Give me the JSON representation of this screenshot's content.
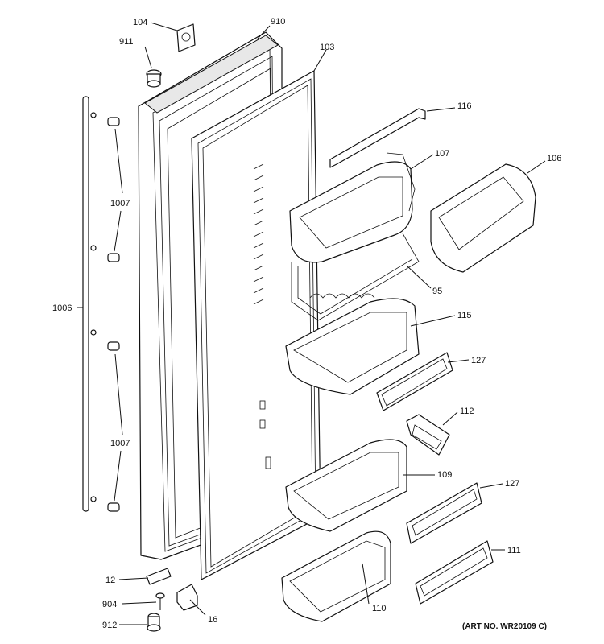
{
  "diagram": {
    "art_number": "(ART NO. WR20109 C)",
    "callouts": {
      "c104": "104",
      "c910": "910",
      "c911": "911",
      "c103": "103",
      "c116": "116",
      "c107": "107",
      "c106": "106",
      "c1007a": "1007",
      "c1006": "1006",
      "c95": "95",
      "c115": "115",
      "c127a": "127",
      "c112": "112",
      "c1007b": "1007",
      "c109": "109",
      "c127b": "127",
      "c111": "111",
      "c12": "12",
      "c904": "904",
      "c16": "16",
      "c110": "110",
      "c912": "912"
    }
  }
}
